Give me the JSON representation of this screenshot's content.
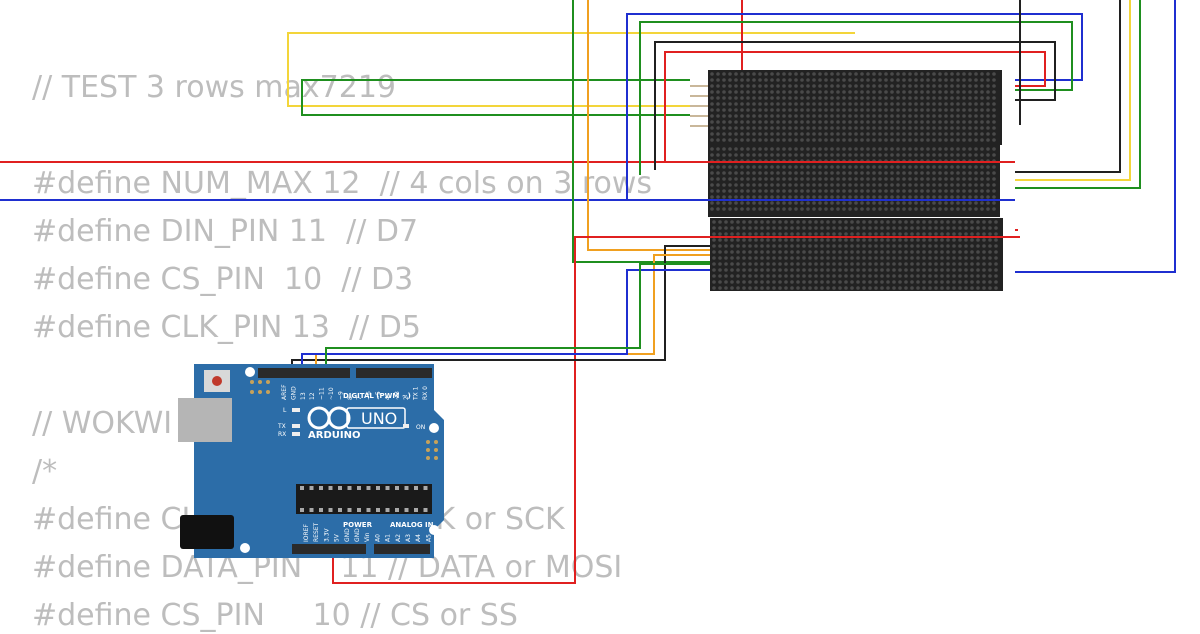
{
  "code": {
    "line1": "// TEST 3 rows max7219",
    "line2": "#define NUM_MAX 12  // 4 cols on 3 rows",
    "line3": "#define DIN_PIN 11  // D7",
    "line4": "#define CS_PIN  10  // D3",
    "line5": "#define CLK_PIN 13  // D5",
    "line6": "// WOKWI",
    "line7": "/*",
    "line8": "#define CLK_PIN    13 // CLK or SCK",
    "line9": "#define DATA_PIN    11 // DATA or MOSI",
    "line10": "#define CS_PIN     10 // CS or SS"
  },
  "arduino": {
    "logo_text": "ARDUINO",
    "model": "UNO",
    "digital_label": "DIGITAL (PWM ~)",
    "on_label": "ON",
    "power_label": "POWER",
    "analog_label": "ANALOG IN",
    "led_l": "L",
    "led_tx": "TX",
    "led_rx": "RX",
    "pins_top": [
      "AREF",
      "GND",
      "13",
      "12",
      "~11",
      "~10",
      "~9",
      "8",
      "7",
      "~6",
      "~5",
      "4",
      "~3",
      "2",
      "TX 1",
      "RX 0"
    ],
    "pins_bottom": [
      "IOREF",
      "RESET",
      "3.3V",
      "5V",
      "GND",
      "GND",
      "Vin",
      "A0",
      "A1",
      "A2",
      "A3",
      "A4",
      "A5"
    ]
  },
  "colors": {
    "board": "#2c6da8",
    "matrix": "#222222",
    "wire_red": "#e02020",
    "wire_yellow": "#f3d53a",
    "wire_green": "#1f8f1f",
    "wire_blue": "#1f2fd0",
    "wire_black": "#202020",
    "wire_orange": "#f0a020"
  }
}
